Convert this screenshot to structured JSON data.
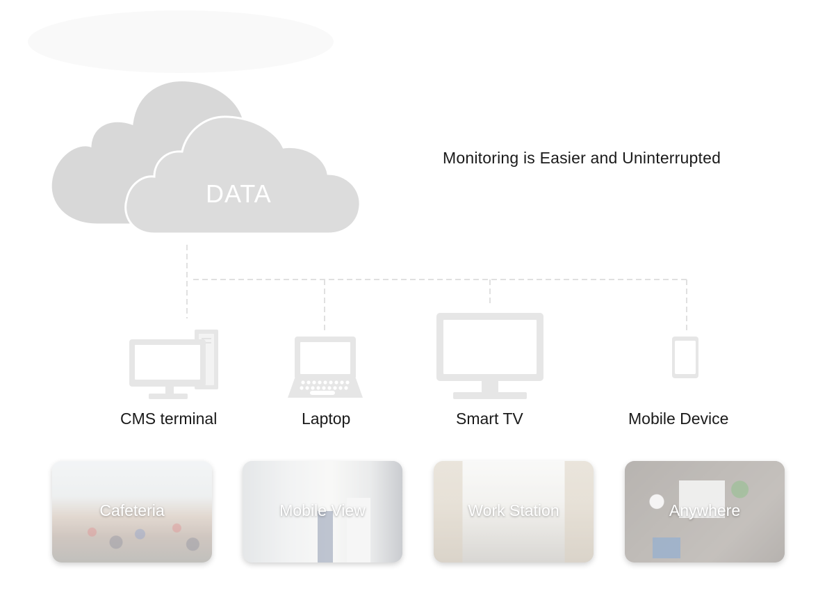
{
  "headline": "Monitoring is Easier and Uninterrupted",
  "cloud_label": "DATA",
  "devices": [
    {
      "label": "CMS terminal",
      "icon": "desktop-computer-icon"
    },
    {
      "label": "Laptop",
      "icon": "laptop-icon"
    },
    {
      "label": "Smart TV",
      "icon": "monitor-icon"
    },
    {
      "label": "Mobile Device",
      "icon": "smartphone-icon"
    }
  ],
  "cards": [
    {
      "label": "Cafeteria"
    },
    {
      "label": "Mobile View"
    },
    {
      "label": "Work Station"
    },
    {
      "label": "Anywhere"
    }
  ],
  "colors": {
    "cloud_fill": "#dcdcdc",
    "cloud_outline": "#ffffff",
    "connector": "#e0e0e0",
    "device_icon": "#e6e6e6",
    "text": "#1a1a1a"
  }
}
